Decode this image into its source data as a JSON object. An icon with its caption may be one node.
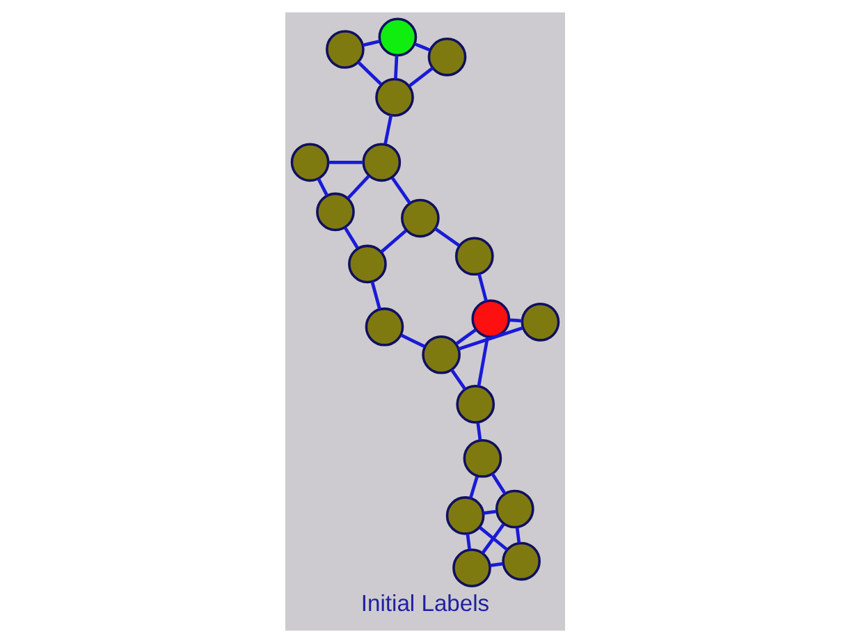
{
  "diagram": {
    "caption": "Initial Labels",
    "nodes": [
      {
        "text": [],
        "shape": "circle"
      },
      {
        "text": [],
        "shape": "circle"
      },
      {
        "text": [],
        "shape": "circle"
      },
      {
        "text": [],
        "shape": "circle"
      },
      {
        "text": [],
        "shape": "circle"
      },
      {
        "text": [],
        "shape": "circle"
      },
      {
        "text": [],
        "shape": "circle"
      },
      {
        "text": [],
        "shape": "circle"
      },
      {
        "text": [],
        "shape": "circle"
      },
      {
        "text": [],
        "shape": "circle"
      },
      {
        "text": [],
        "shape": "circle"
      },
      {
        "text": [],
        "shape": "circle"
      },
      {
        "text": [],
        "shape": "circle"
      },
      {
        "text": [],
        "shape": "circle"
      },
      {
        "text": [],
        "shape": "circle"
      },
      {
        "text": [],
        "shape": "circle"
      },
      {
        "text": [],
        "shape": "circle"
      },
      {
        "text": [],
        "shape": "circle"
      },
      {
        "text": [],
        "shape": "circle"
      },
      {
        "text": [],
        "shape": "circle"
      }
    ],
    "edges": [
      {
        "from": 0,
        "to": 1,
        "arrow": "none"
      },
      {
        "from": 0,
        "to": 2,
        "arrow": "none"
      },
      {
        "from": 0,
        "to": 3,
        "arrow": "none"
      },
      {
        "from": 1,
        "to": 2,
        "arrow": "none"
      },
      {
        "from": 1,
        "to": 3,
        "arrow": "none"
      },
      {
        "from": 2,
        "to": 3,
        "arrow": "none"
      },
      {
        "from": 2,
        "to": 4,
        "arrow": "none"
      },
      {
        "from": 3,
        "to": 4,
        "arrow": "none"
      },
      {
        "from": 4,
        "to": 8,
        "arrow": "none"
      },
      {
        "from": 8,
        "to": 9,
        "arrow": "none"
      },
      {
        "from": 8,
        "to": 12,
        "arrow": "none"
      },
      {
        "from": 9,
        "to": 12,
        "arrow": "none"
      },
      {
        "from": 9,
        "to": 13,
        "arrow": "none"
      },
      {
        "from": 9,
        "to": 5,
        "arrow": "none"
      },
      {
        "from": 12,
        "to": 13,
        "arrow": "none"
      },
      {
        "from": 12,
        "to": 15,
        "arrow": "none"
      },
      {
        "from": 15,
        "to": 11,
        "arrow": "none"
      },
      {
        "from": 5,
        "to": 6,
        "arrow": "none"
      },
      {
        "from": 6,
        "to": 7,
        "arrow": "none"
      },
      {
        "from": 6,
        "to": 11,
        "arrow": "none"
      },
      {
        "from": 7,
        "to": 10,
        "arrow": "none"
      },
      {
        "from": 7,
        "to": 14,
        "arrow": "none"
      },
      {
        "from": 11,
        "to": 14,
        "arrow": "none"
      },
      {
        "from": 10,
        "to": 14,
        "arrow": "none"
      },
      {
        "from": 14,
        "to": 16,
        "arrow": "none"
      },
      {
        "from": 16,
        "to": 17,
        "arrow": "none"
      },
      {
        "from": 16,
        "to": 18,
        "arrow": "none"
      },
      {
        "from": 16,
        "to": 19,
        "arrow": "none"
      },
      {
        "from": 17,
        "to": 19,
        "arrow": "none"
      },
      {
        "from": 18,
        "to": 19,
        "arrow": "none"
      }
    ]
  }
}
